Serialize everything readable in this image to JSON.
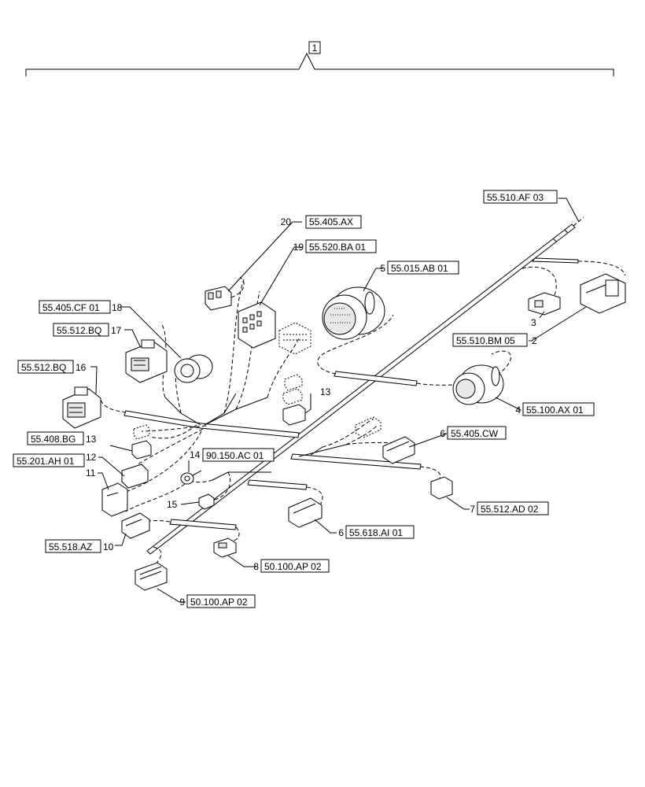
{
  "main_item": {
    "number": "1"
  },
  "callouts": [
    {
      "id": "20",
      "number": "20",
      "ref": "55.405.AX"
    },
    {
      "id": "19",
      "number": "19",
      "ref": "55.520.BA 01"
    },
    {
      "id": "5",
      "number": "5",
      "ref": "55.015.AB 01"
    },
    {
      "id": "18",
      "number": "18",
      "ref": "55.405.CF 01"
    },
    {
      "id": "17",
      "number": "17",
      "ref": "55.512.BQ"
    },
    {
      "id": "16",
      "number": "16",
      "ref": "55.512.BQ"
    },
    {
      "id": "13a",
      "number": "13",
      "ref": ""
    },
    {
      "id": "13b",
      "number": "13",
      "ref": "55.408.BG"
    },
    {
      "id": "12",
      "number": "12",
      "ref": "55.201.AH 01"
    },
    {
      "id": "11",
      "number": "11",
      "ref": ""
    },
    {
      "id": "10",
      "number": "10",
      "ref": "55.518.AZ"
    },
    {
      "id": "14",
      "number": "14",
      "ref": "90.150.AC 01"
    },
    {
      "id": "15",
      "number": "15",
      "ref": ""
    },
    {
      "id": "3",
      "number": "3",
      "ref": ""
    },
    {
      "id": "2",
      "number": "2",
      "ref": "55.510.BM 05"
    },
    {
      "id": "4",
      "number": "4",
      "ref": "55.100.AX 01"
    },
    {
      "id": "6a",
      "number": "6",
      "ref": "55.405.CW"
    },
    {
      "id": "6b",
      "number": "6",
      "ref": "55.618.AI 01"
    },
    {
      "id": "7",
      "number": "7",
      "ref": "55.512.AD 02"
    },
    {
      "id": "8",
      "number": "8",
      "ref": "50.100.AP 02"
    },
    {
      "id": "9",
      "number": "9",
      "ref": "50.100.AP 02"
    },
    {
      "id": "top",
      "number": "",
      "ref": "55.510.AF 03"
    }
  ]
}
